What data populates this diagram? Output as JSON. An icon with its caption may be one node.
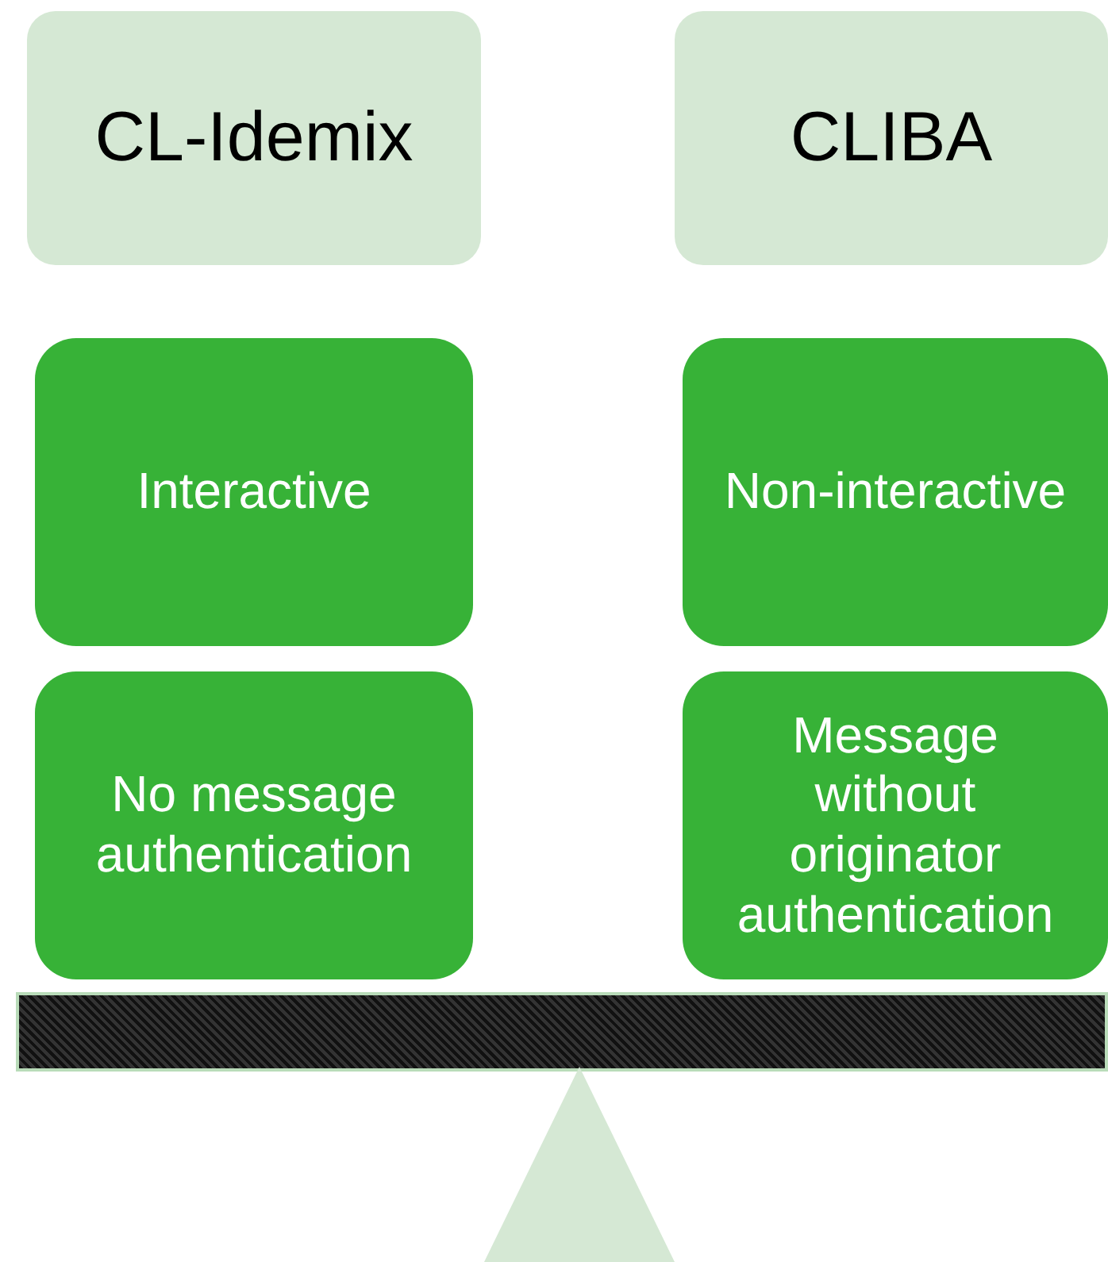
{
  "diagram": {
    "nodes": [
      {
        "text": [
          "CL-Idemix"
        ]
      },
      {
        "text": [
          "CLIBA"
        ]
      },
      {
        "text": [
          "Interactive"
        ]
      },
      {
        "text": [
          "Non-interactive"
        ]
      },
      {
        "text": [
          "No message authentication"
        ]
      },
      {
        "text": [
          "Message without originator authentication"
        ]
      },
      {
        "text": [],
        "shape": "bar"
      },
      {
        "text": [],
        "shape": "triangle"
      }
    ],
    "edges": []
  }
}
